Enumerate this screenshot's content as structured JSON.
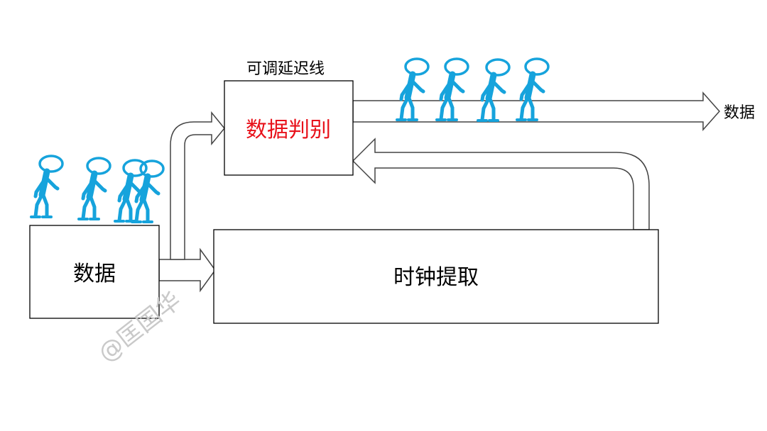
{
  "delay_line": {
    "caption": "可调延迟线",
    "label": "数据判别",
    "label_color": "#e8121b"
  },
  "data_box": {
    "label": "数据"
  },
  "clock_box": {
    "label": "时钟提取"
  },
  "output_label": "数据",
  "watermark": "@匡国华",
  "figure_color": "#16a3dc",
  "figure_groups": [
    {
      "name": "waiting-group",
      "count": 4
    },
    {
      "name": "passed-group",
      "count": 4
    }
  ]
}
